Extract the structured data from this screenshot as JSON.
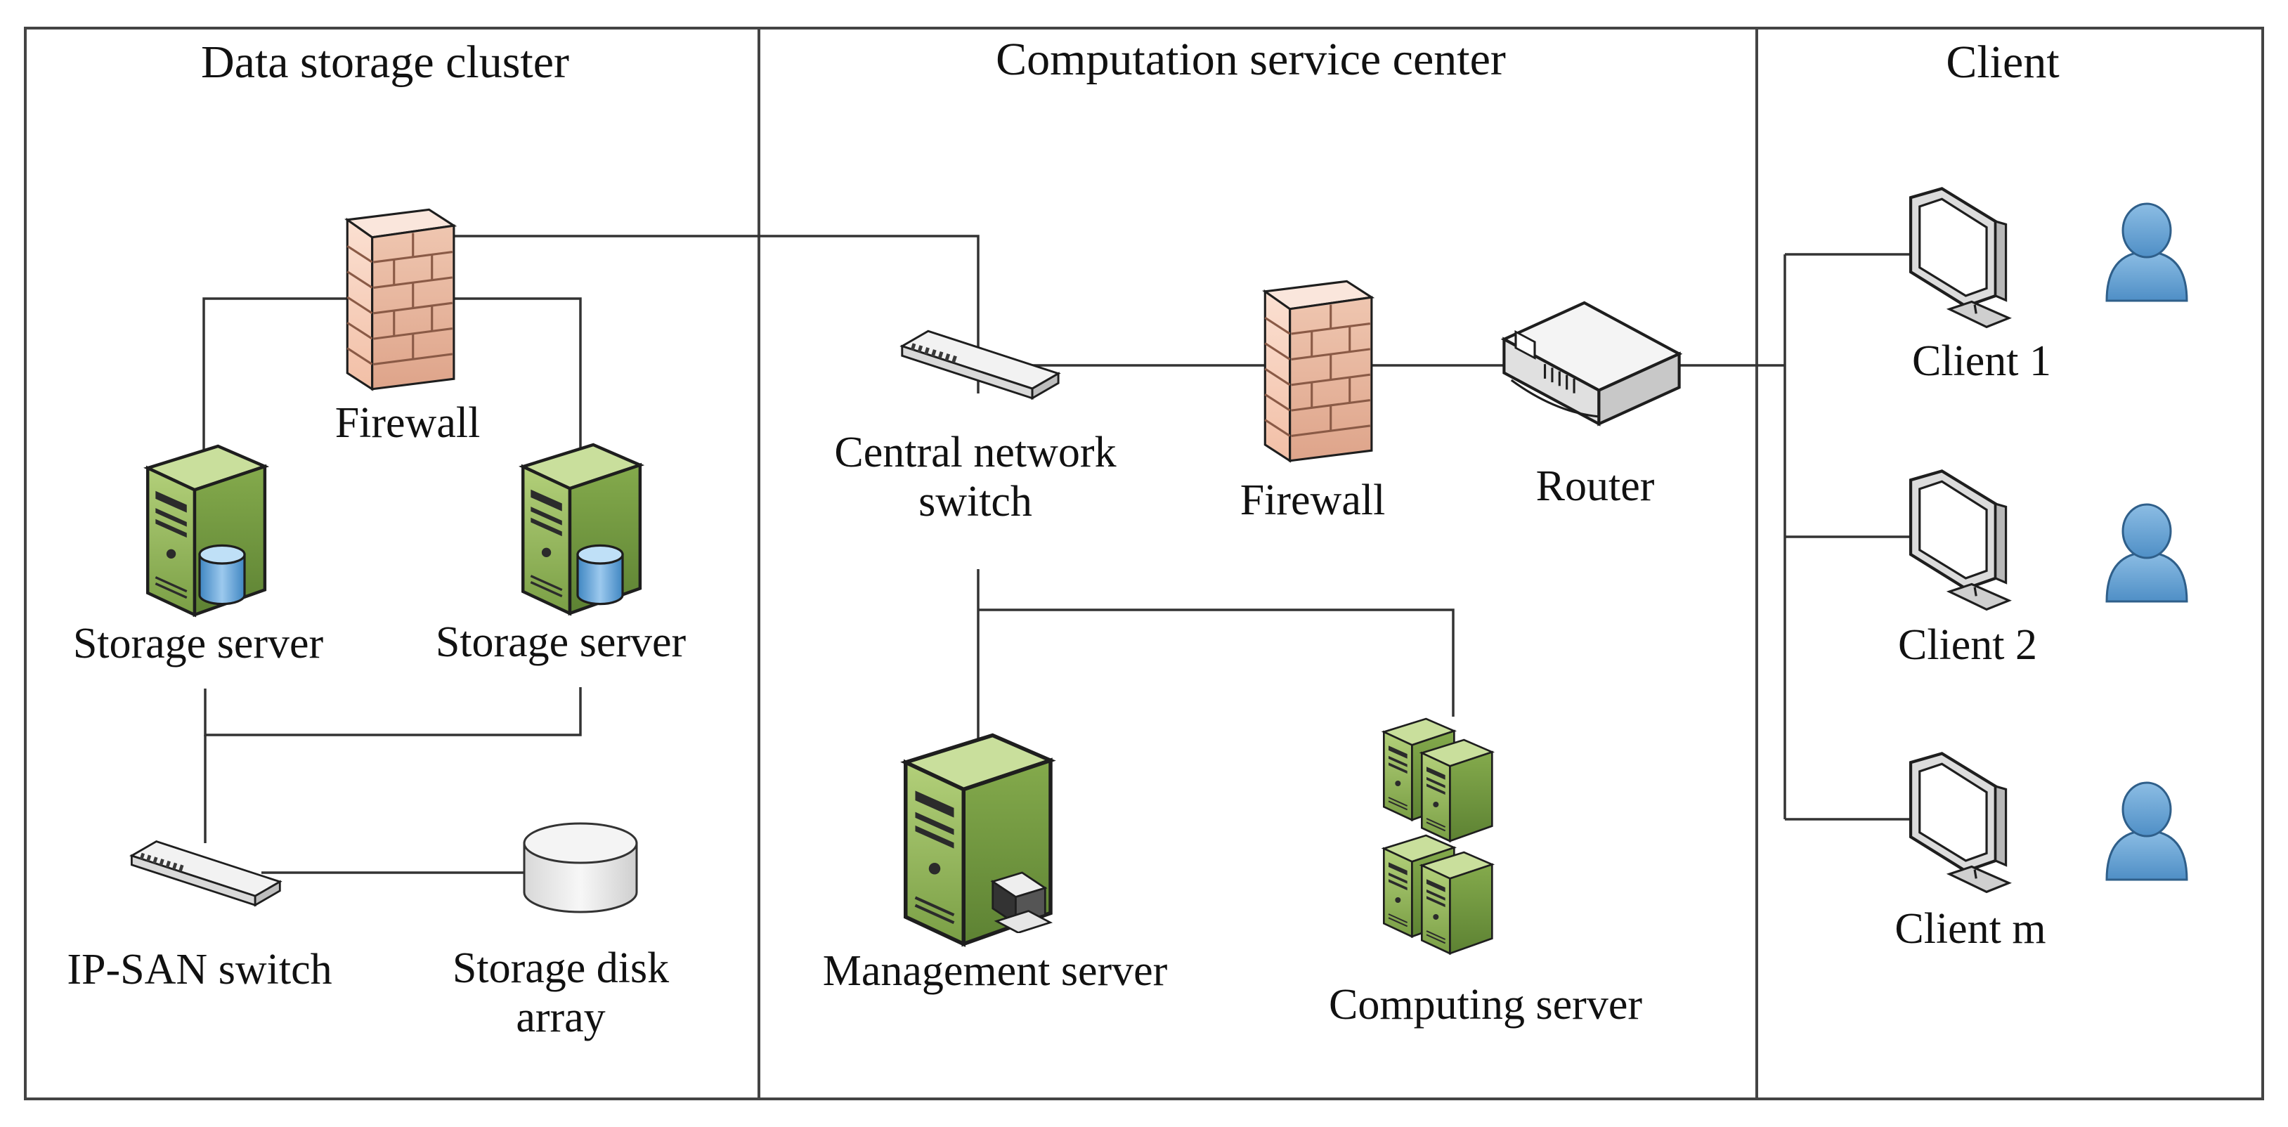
{
  "sections": {
    "storage": "Data storage cluster",
    "computation": "Computation service center",
    "client": "Client"
  },
  "labels": {
    "firewall_storage": "Firewall",
    "storage_server_1": "Storage server",
    "storage_server_2": "Storage server",
    "ipsan_switch": "IP-SAN switch",
    "disk_array_line1": "Storage disk",
    "disk_array_line2": "array",
    "central_switch_line1": "Central network",
    "central_switch_line2": "switch",
    "firewall_comp": "Firewall",
    "router": "Router",
    "management_server": "Management server",
    "computing_server": "Computing server",
    "client_1": "Client 1",
    "client_2": "Client 2",
    "client_m": "Client m"
  },
  "colors": {
    "server_green": "#8fb35a",
    "firewall_brick": "#f6cdb8",
    "user_blue": "#6aa4d4",
    "db_blue": "#4a90c8"
  }
}
